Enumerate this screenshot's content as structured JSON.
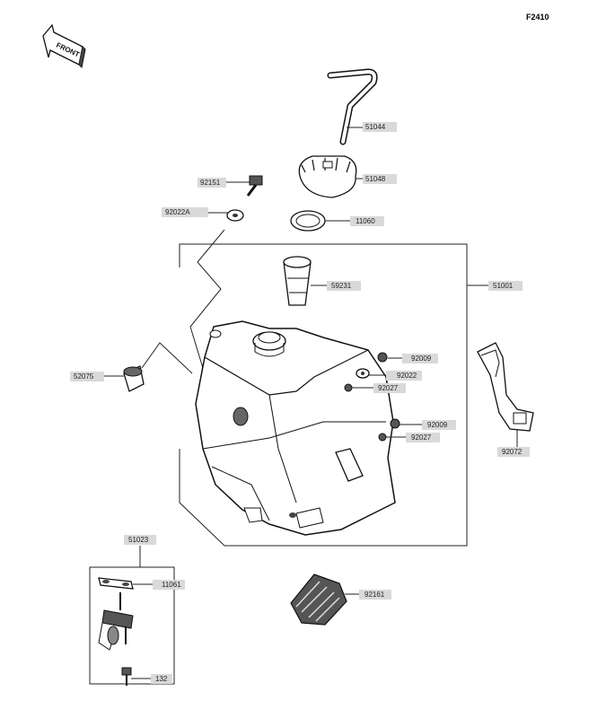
{
  "diagram_code": "F2410",
  "front_label": "FRONT",
  "parts": [
    {
      "id": "p51044",
      "number": "51044"
    },
    {
      "id": "p51048",
      "number": "51048"
    },
    {
      "id": "p92151",
      "number": "92151"
    },
    {
      "id": "p92022A",
      "number": "92022A"
    },
    {
      "id": "p11060",
      "number": "11060"
    },
    {
      "id": "p59231",
      "number": "59231"
    },
    {
      "id": "p51001",
      "number": "51001"
    },
    {
      "id": "p52075",
      "number": "52075"
    },
    {
      "id": "p92009a",
      "number": "92009"
    },
    {
      "id": "p92022",
      "number": "92022"
    },
    {
      "id": "p92027a",
      "number": "92027"
    },
    {
      "id": "p92009b",
      "number": "92009"
    },
    {
      "id": "p92027b",
      "number": "92027"
    },
    {
      "id": "p92072",
      "number": "92072"
    },
    {
      "id": "p51023",
      "number": "51023"
    },
    {
      "id": "p11061",
      "number": "11061"
    },
    {
      "id": "p92161",
      "number": "92161"
    },
    {
      "id": "p132",
      "number": "132"
    }
  ]
}
